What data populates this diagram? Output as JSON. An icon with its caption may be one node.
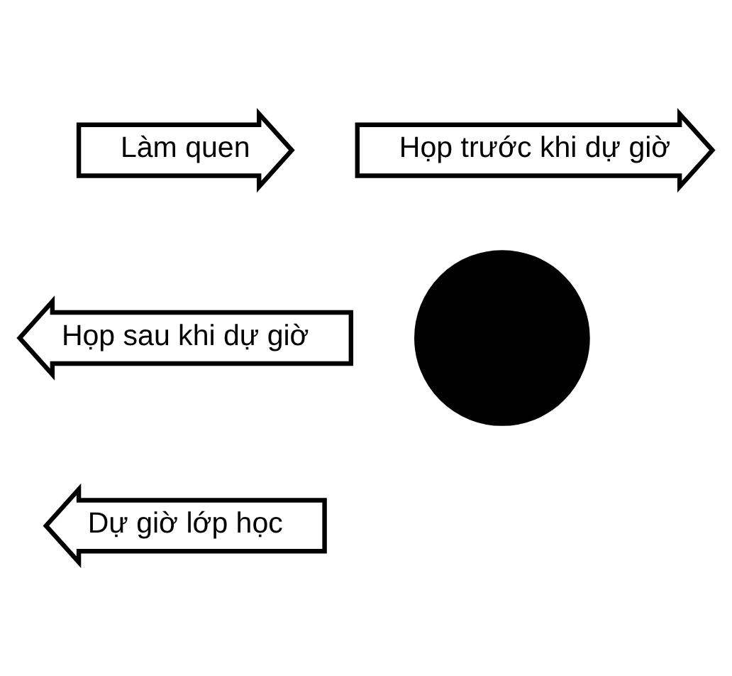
{
  "diagram": {
    "nodes": [
      {
        "text": [
          "Làm quen"
        ]
      },
      {
        "text": [
          "Họp trước khi dự giờ"
        ]
      },
      {
        "text": [
          "Họp sau khi dự giờ"
        ]
      },
      {
        "text": [],
        "shape": "circle"
      },
      {
        "text": [
          "Dự giờ lớp học"
        ]
      }
    ]
  }
}
